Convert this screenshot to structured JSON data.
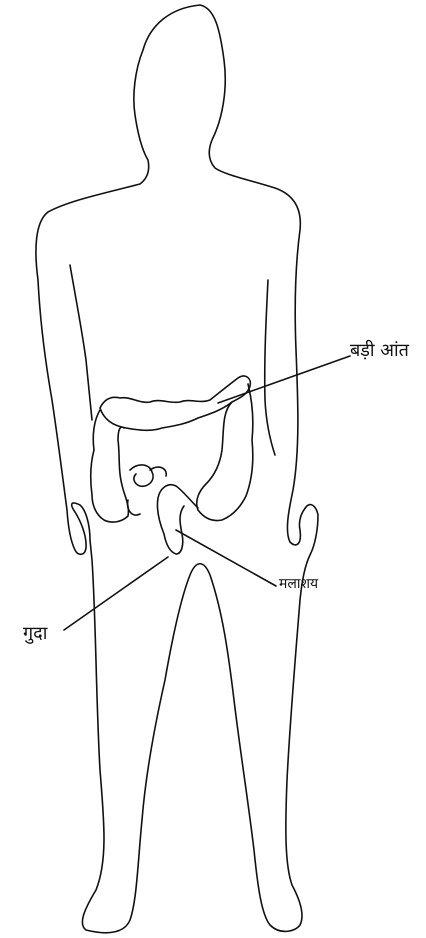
{
  "labels": {
    "large_intestine": "बड़ी आंत",
    "rectum": "मलाशय",
    "anus": "गुदा"
  },
  "colors": {
    "outline": "#111111",
    "background": "#ffffff"
  }
}
